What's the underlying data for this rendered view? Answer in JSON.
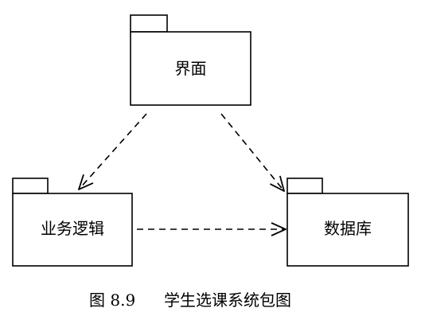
{
  "packages": {
    "ui": {
      "label": "界面"
    },
    "business": {
      "label": "业务逻辑"
    },
    "database": {
      "label": "数据库"
    }
  },
  "caption": {
    "number": "图 8.9",
    "title": "学生选课系统包图"
  }
}
